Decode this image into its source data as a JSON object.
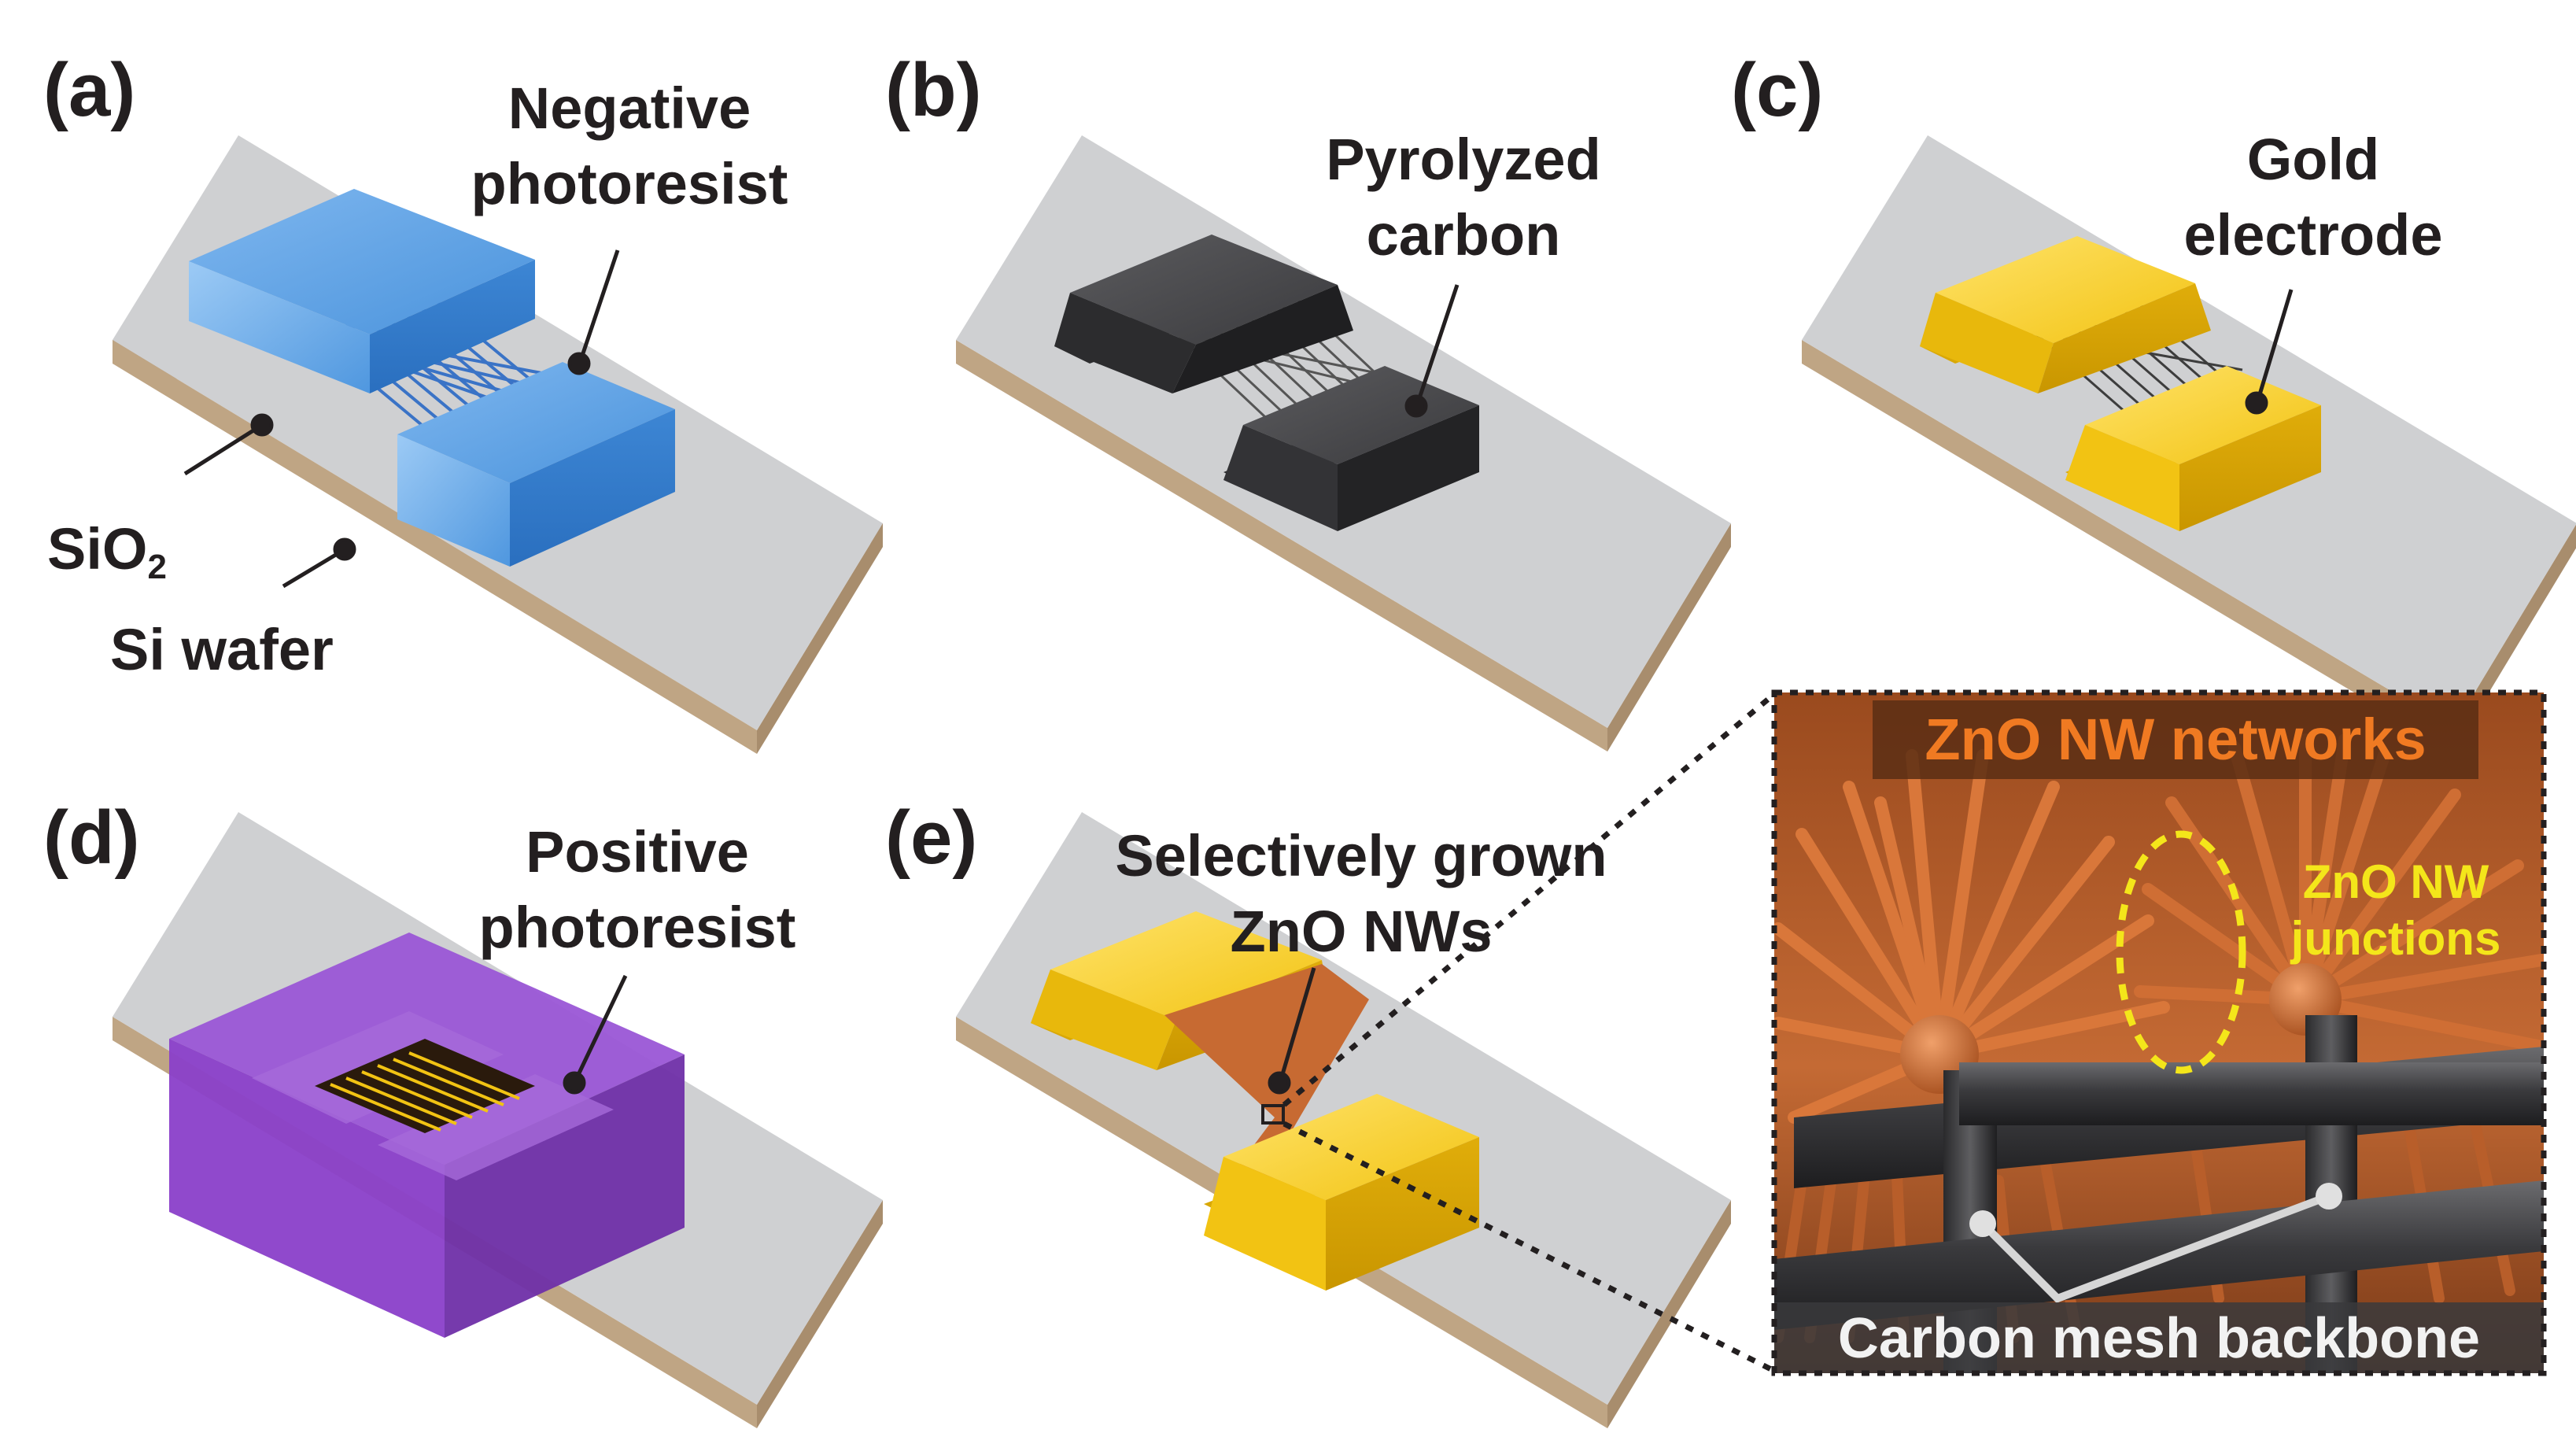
{
  "panels": {
    "a": {
      "label": "(a)",
      "callout_line1": "Negative",
      "callout_line2": "photoresist",
      "sio2_main": "SiO",
      "sio2_sub": "2",
      "si_wafer": "Si wafer"
    },
    "b": {
      "label": "(b)",
      "callout_line1": "Pyrolyzed",
      "callout_line2": "carbon"
    },
    "c": {
      "label": "(c)",
      "callout_line1": "Gold",
      "callout_line2": "electrode"
    },
    "d": {
      "label": "(d)",
      "callout_line1": "Positive",
      "callout_line2": "photoresist"
    },
    "e": {
      "label": "(e)",
      "callout_line1": "Selectively grown",
      "callout_line2": "ZnO NWs"
    },
    "inset": {
      "title": "ZnO NW networks",
      "junction_line1": "ZnO NW",
      "junction_line2": "junctions",
      "bottom_label": "Carbon mesh backbone"
    }
  },
  "colors": {
    "text": "#231f20",
    "substrate_top": "#cfd0d2",
    "substrate_side": "#b49b7c",
    "negative_photoresist": "#3f86d6",
    "pyrolyzed_carbon": "#3a3a3c",
    "gold": "#f2c313",
    "positive_photoresist": "#8a3fc9",
    "zno": "#c76a32",
    "inset_label": "#f07a22",
    "junction_label": "#f4e61a"
  }
}
